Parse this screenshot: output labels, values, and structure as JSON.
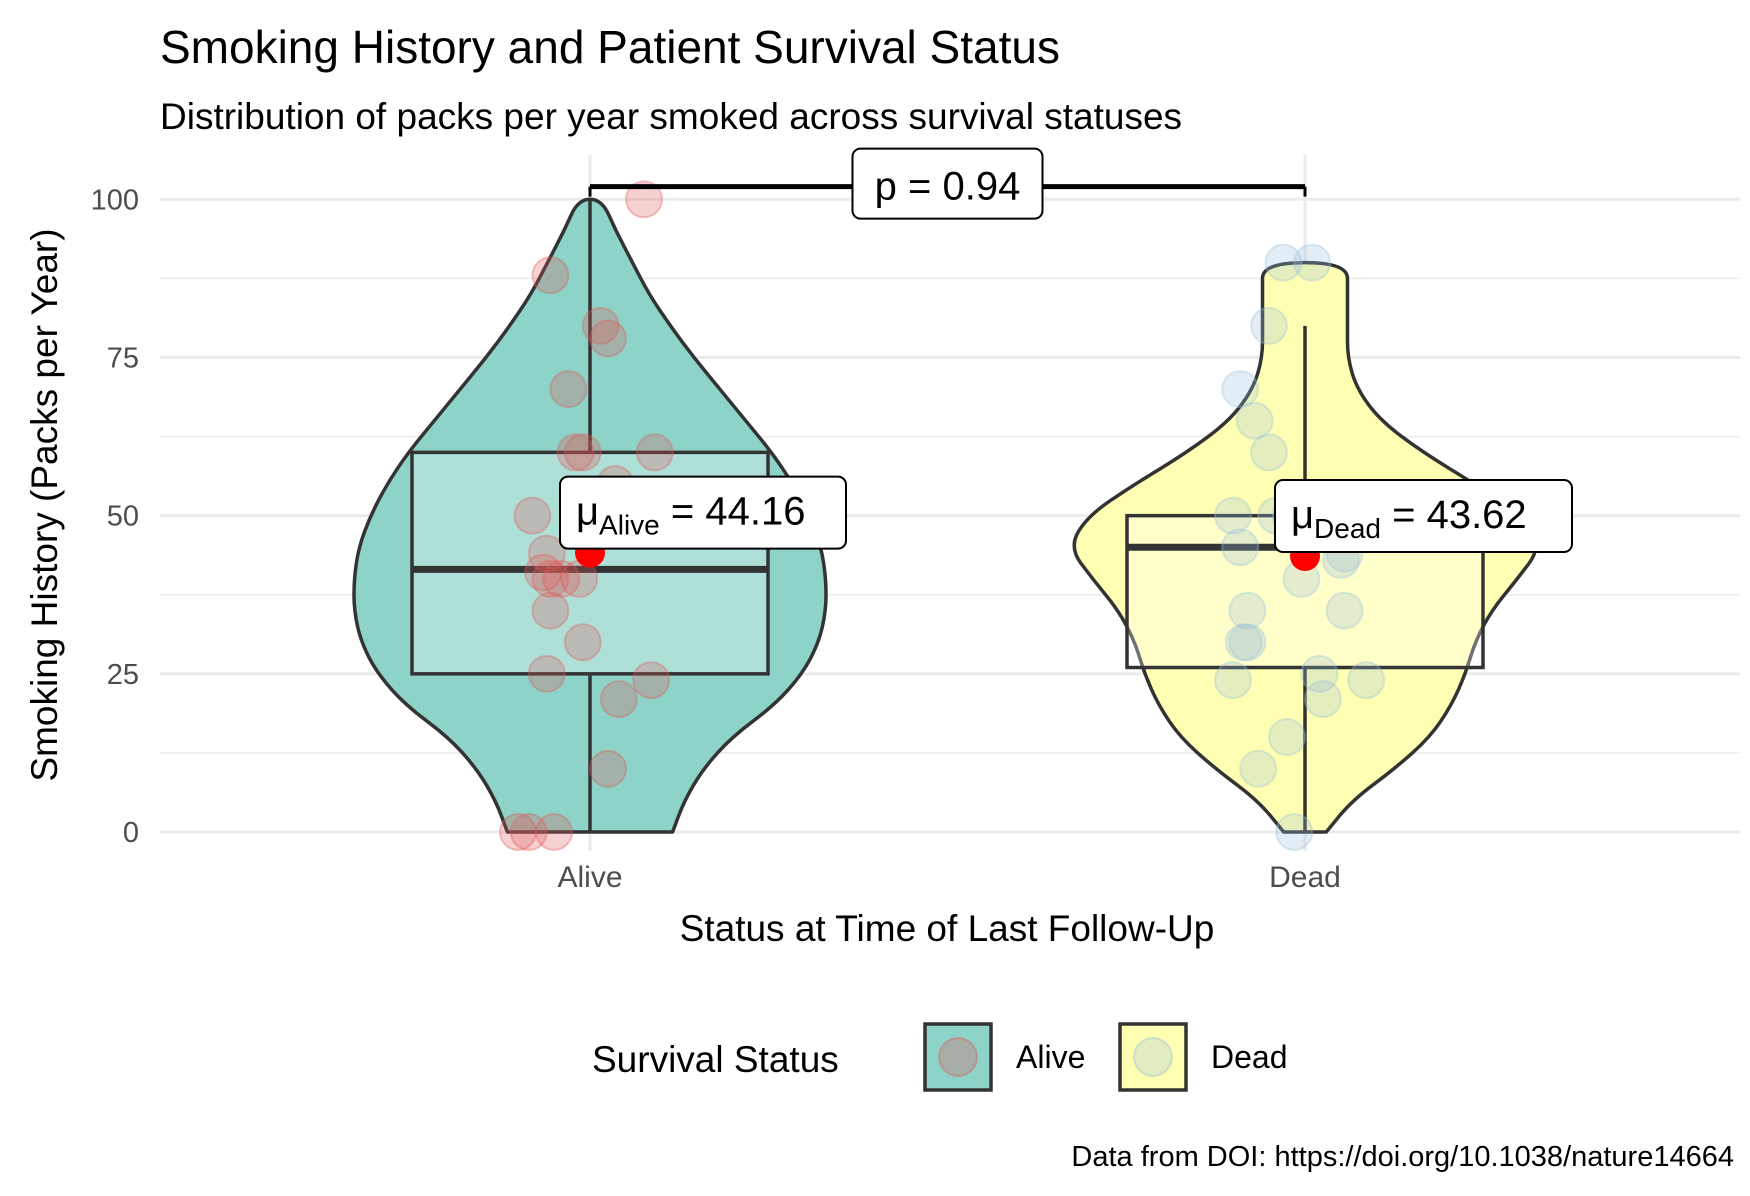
{
  "chart_data": {
    "type": "violin",
    "title": "Smoking History and Patient Survival Status",
    "subtitle": "Distribution of packs per year smoked across survival statuses",
    "xlabel": "Status at Time of Last Follow-Up",
    "ylabel": "Smoking History (Packs per Year)",
    "caption": "Data from DOI: https://doi.org/10.1038/nature14664",
    "ylim": [
      -3,
      107
    ],
    "yticks": [
      0,
      25,
      50,
      75,
      100
    ],
    "ytick_labels": [
      "0",
      "25",
      "50",
      "75",
      "100"
    ],
    "categories": [
      "Alive",
      "Dead"
    ],
    "grid": true,
    "legend": {
      "title": "Survival Status",
      "position": "bottom",
      "entries": [
        "Alive",
        "Dead"
      ]
    },
    "colors": {
      "Alive": "#8dd3c7",
      "Dead": "#ffffb3",
      "Alive_points": "#e05a5a",
      "Dead_points": "#9cbfdc",
      "mean_point": "#ff0000",
      "outline": "#333333",
      "grid": "#ebebeb"
    },
    "series": [
      {
        "name": "Alive",
        "points": [
          100,
          88,
          80,
          78,
          70,
          60,
          60,
          60,
          55,
          50,
          44,
          41,
          40,
          40,
          40,
          35,
          30,
          25,
          24,
          21,
          10,
          0,
          0,
          0
        ],
        "box": {
          "q1": 25,
          "median": 41.5,
          "q3": 60,
          "whisker_low": 0,
          "whisker_high": 100
        },
        "mean": 44.16,
        "mean_label_name": "Alive",
        "mean_label_value": "44.16",
        "violin_profile": [
          [
            0,
            0.35
          ],
          [
            5,
            0.4
          ],
          [
            10,
            0.48
          ],
          [
            15,
            0.6
          ],
          [
            20,
            0.78
          ],
          [
            25,
            0.9
          ],
          [
            30,
            0.97
          ],
          [
            35,
            1.0
          ],
          [
            40,
            1.0
          ],
          [
            45,
            0.98
          ],
          [
            50,
            0.93
          ],
          [
            55,
            0.86
          ],
          [
            60,
            0.77
          ],
          [
            65,
            0.66
          ],
          [
            70,
            0.55
          ],
          [
            75,
            0.44
          ],
          [
            80,
            0.34
          ],
          [
            85,
            0.25
          ],
          [
            90,
            0.18
          ],
          [
            95,
            0.11
          ],
          [
            100,
            0.05
          ]
        ]
      },
      {
        "name": "Dead",
        "points": [
          90,
          90,
          80,
          70,
          65,
          60,
          50,
          50,
          50,
          45,
          44,
          43,
          40,
          35,
          35,
          30,
          30,
          25,
          24,
          24,
          21,
          15,
          10,
          0
        ],
        "box": {
          "q1": 26,
          "median": 45,
          "q3": 50,
          "whisker_low": 0,
          "whisker_high": 80
        },
        "mean": 43.62,
        "mean_label_name": "Dead",
        "mean_label_value": "43.62",
        "violin_profile": [
          [
            0,
            0.09
          ],
          [
            5,
            0.2
          ],
          [
            10,
            0.38
          ],
          [
            15,
            0.53
          ],
          [
            20,
            0.62
          ],
          [
            25,
            0.68
          ],
          [
            30,
            0.72
          ],
          [
            35,
            0.79
          ],
          [
            40,
            0.9
          ],
          [
            45,
            1.0
          ],
          [
            50,
            0.92
          ],
          [
            55,
            0.72
          ],
          [
            60,
            0.5
          ],
          [
            65,
            0.32
          ],
          [
            70,
            0.22
          ],
          [
            75,
            0.18
          ],
          [
            80,
            0.18
          ],
          [
            85,
            0.18
          ],
          [
            90,
            0.18
          ]
        ]
      }
    ],
    "comparison": {
      "label": "p = 0.94",
      "groups": [
        "Alive",
        "Dead"
      ],
      "y": 102
    }
  }
}
